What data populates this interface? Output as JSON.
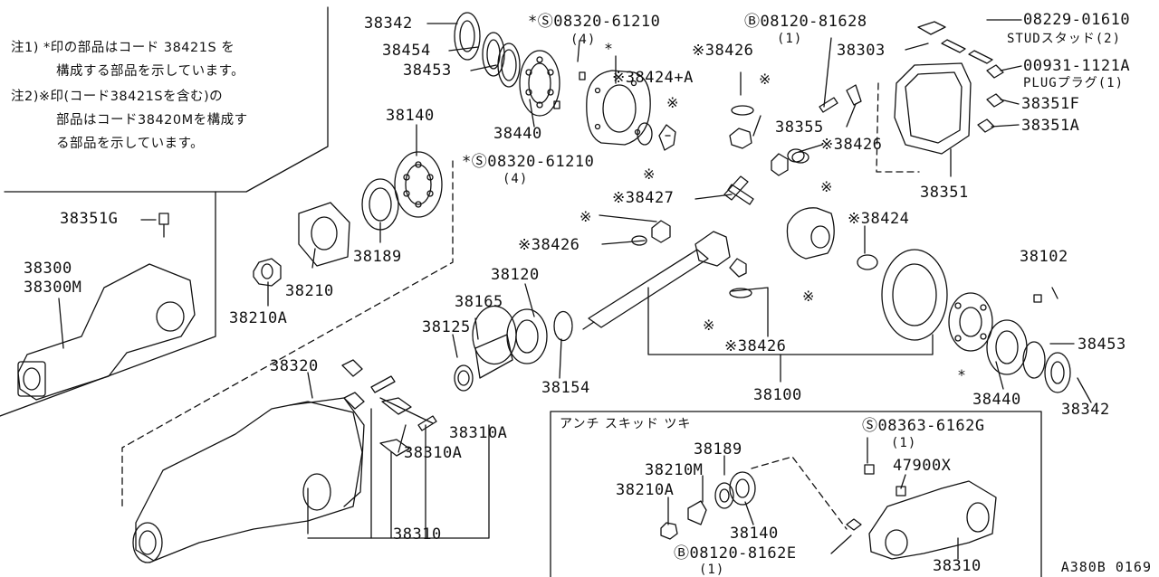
{
  "notes": {
    "note1_line1": "注1) *印の部品はコード 38421S を",
    "note1_line2": "構成する部品を示しています。",
    "note2_line1": "注2)※印(コード38421Sを含む)の",
    "note2_line2": "部品はコード38420Mを構成す",
    "note2_line3": "る部品を示しています。"
  },
  "inset_title": "アンチ スキッド ツキ",
  "diagram_ref": "A380B 0169",
  "labels": {
    "l38342a": "38342",
    "l38454": "38454",
    "l38453a": "38453",
    "l38440a": "38440",
    "l08320a": "*Ⓢ08320-61210",
    "l08320a_q": "(4)",
    "l08320b": "*Ⓢ08320-61210",
    "l08320b_q": "(4)",
    "l08120a": "Ⓑ08120-81628",
    "l08120a_q": "(1)",
    "l38426a": "※38426",
    "l38424a": "※38424+A",
    "l38303": "38303",
    "l08229": "08229-01610",
    "l08229_d": "STUDスタッド(2)",
    "l00931": "00931-1121A",
    "l00931_d": "PLUGプラグ(1)",
    "l38351f": "38351F",
    "l38351a": "38351A",
    "l38355": "38355",
    "l38426b": "※38426",
    "l38351": "38351",
    "l38140a": "38140",
    "l38189a": "38189",
    "l38210": "38210",
    "l38210a": "38210A",
    "l38351g": "38351G",
    "l38300": "38300",
    "l38300m": "38300M",
    "l38427": "※38427",
    "l38426c": "※38426",
    "l38424b": "※38424",
    "l38120": "38120",
    "l38165": "38165",
    "l38125": "38125",
    "l38154": "38154",
    "l38426d": "※38426",
    "l38100": "38100",
    "l38102": "38102",
    "l38453b": "38453",
    "l38440b": "38440",
    "l38342b": "38342",
    "l38320": "38320",
    "l38310a1": "38310A",
    "l38310a2": "38310A",
    "l38310": "38310",
    "l08363": "Ⓢ08363-6162G",
    "l08363_q": "(1)",
    "l47900x": "47900X",
    "l38189b": "38189",
    "l38210m": "38210M",
    "l38210a2": "38210A",
    "l38140b": "38140",
    "l08120b": "Ⓑ08120-8162E",
    "l08120b_q": "(1)",
    "l38310b": "38310"
  },
  "marks": {
    "asterisk": "*",
    "kome": "※"
  }
}
